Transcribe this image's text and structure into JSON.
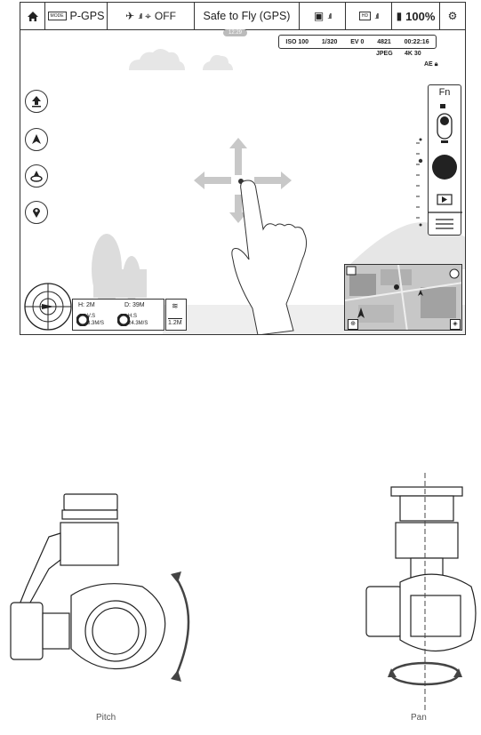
{
  "topbar": {
    "mode_badge": "MODE",
    "flight_mode": "P-GPS",
    "vision_status": "OFF",
    "safe_status": "Safe to Fly (GPS)",
    "hd_badge": "HD",
    "battery": "100%"
  },
  "time_badge": "12:29",
  "camera": {
    "iso": "ISO 100",
    "shutter": "1/320",
    "ev": "EV 0",
    "storage": "4821",
    "record_time": "00:22:16",
    "format": "JPEG",
    "resolution": "4K 30",
    "ae": "AE"
  },
  "camera_panel": {
    "fn": "Fn"
  },
  "telemetry": {
    "height": "H: 2M",
    "distance": "D: 39M",
    "vs": "V.S",
    "vs_value": "8.3M/S",
    "hs": "H.S",
    "hs_value": "24.3M/S",
    "vps_value": "1.2M"
  },
  "captions": {
    "pitch": "Pitch",
    "pan": "Pan"
  },
  "icons": {
    "home": "home-icon",
    "satellite": "satellite-icon",
    "vision": "vision-positioning-icon",
    "rc_signal": "remote-controller-signal-icon",
    "hd_signal": "hd-signal-icon",
    "battery": "battery-icon",
    "settings": "gear-icon",
    "takeoff": "auto-takeoff-icon",
    "return_home": "return-to-home-icon",
    "intelligent_flight": "intelligent-flight-mode-icon",
    "waypoint": "waypoint-icon",
    "shutter": "shutter-button-icon",
    "playback": "playback-icon",
    "camera_settings": "camera-settings-icon",
    "map_zoom": "map-zoom-icon",
    "map_eraser": "map-clear-icon"
  }
}
